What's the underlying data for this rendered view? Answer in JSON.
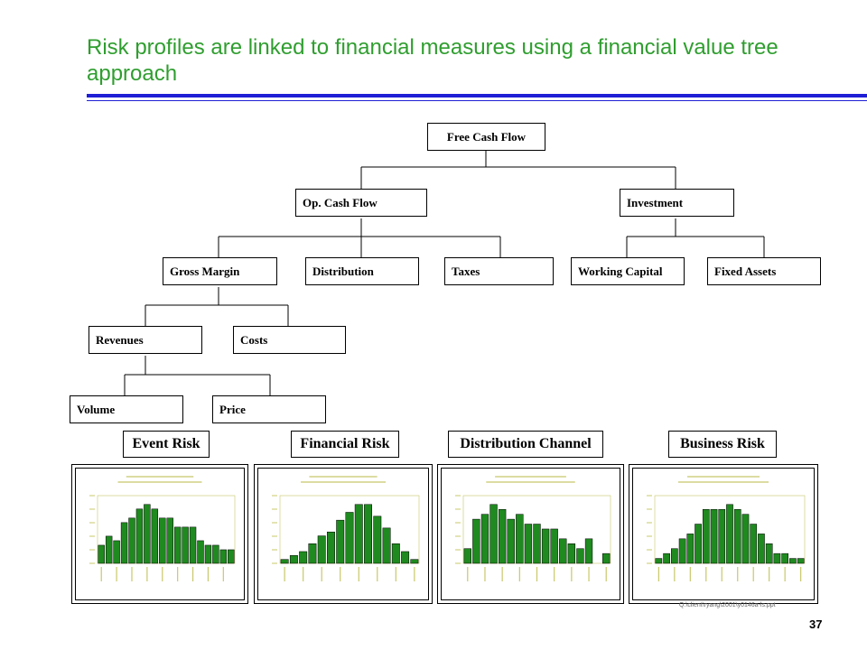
{
  "slide": {
    "title": "Risk profiles are linked to financial measures using a financial value tree approach",
    "page_number": "37",
    "footer_path": "Q:\\client\\ryang\\2001\\y0146a-ls.ppt"
  },
  "colors": {
    "title": "#2f9e2f",
    "rule": "#1f1fd6",
    "bar": "#1f8a1f",
    "faint": "#c8c86a"
  },
  "tree": {
    "free_cash_flow": "Free Cash Flow",
    "op_cash_flow": "Op. Cash Flow",
    "investment": "Investment",
    "gross_margin": "Gross Margin",
    "distribution": "Distribution",
    "taxes": "Taxes",
    "working_capital": "Working Capital",
    "fixed_assets": "Fixed Assets",
    "revenues": "Revenues",
    "costs": "Costs",
    "volume": "Volume",
    "price": "Price"
  },
  "risks": [
    "Event Risk",
    "Financial Risk",
    "Distribution Channel",
    "Business Risk"
  ],
  "chart_data": [
    {
      "type": "bar",
      "title": "",
      "xlabel": "",
      "ylabel": "",
      "values": [
        0.04,
        0.06,
        0.05,
        0.09,
        0.1,
        0.12,
        0.13,
        0.12,
        0.1,
        0.1,
        0.08,
        0.08,
        0.08,
        0.05,
        0.04,
        0.04,
        0.03,
        0.03
      ]
    },
    {
      "type": "bar",
      "title": "",
      "xlabel": "",
      "ylabel": "",
      "values": [
        0.01,
        0.02,
        0.03,
        0.05,
        0.07,
        0.08,
        0.11,
        0.13,
        0.15,
        0.15,
        0.12,
        0.09,
        0.05,
        0.03,
        0.01
      ]
    },
    {
      "type": "bar",
      "title": "",
      "xlabel": "",
      "ylabel": "",
      "values": [
        0.03,
        0.09,
        0.1,
        0.12,
        0.11,
        0.09,
        0.1,
        0.08,
        0.08,
        0.07,
        0.07,
        0.05,
        0.04,
        0.03,
        0.05,
        0.0,
        0.02
      ]
    },
    {
      "type": "bar",
      "title": "",
      "xlabel": "",
      "ylabel": "",
      "values": [
        0.01,
        0.02,
        0.03,
        0.05,
        0.06,
        0.08,
        0.11,
        0.11,
        0.11,
        0.12,
        0.11,
        0.1,
        0.08,
        0.06,
        0.04,
        0.02,
        0.02,
        0.01,
        0.01
      ]
    }
  ]
}
